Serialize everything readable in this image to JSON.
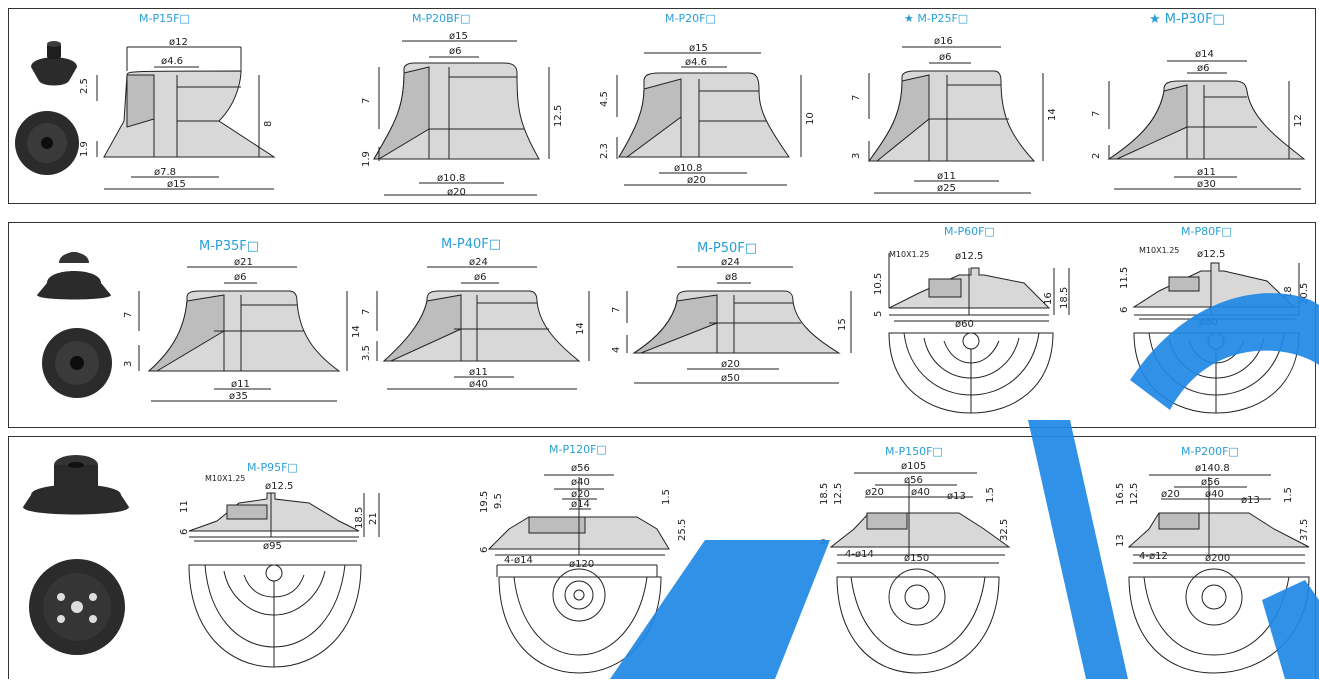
{
  "colors": {
    "title": "#2a9fd6",
    "watermark": "#1e88e5",
    "body_fill": "#d8d8d8",
    "section_fill": "#bdbdbd",
    "photo": "#2b2b2b"
  },
  "rows": [
    {
      "models": [
        {
          "title": "M-P15F□",
          "top": [
            "ø12",
            "ø4.6"
          ],
          "bottom": [
            "ø7.8",
            "ø15"
          ],
          "left": [
            "2.5",
            "1.9"
          ],
          "right": [
            "8"
          ]
        },
        {
          "title": "M-P20BF□",
          "top": [
            "ø15",
            "ø6"
          ],
          "bottom": [
            "ø10.8",
            "ø20"
          ],
          "left": [
            "7",
            "1.9"
          ],
          "right": [
            "12.5"
          ]
        },
        {
          "title": "M-P20F□",
          "top": [
            "ø15",
            "ø4.6"
          ],
          "bottom": [
            "ø10.8",
            "ø20"
          ],
          "left": [
            "4.5",
            "2.3"
          ],
          "right": [
            "10"
          ]
        },
        {
          "title": "★ M-P25F□",
          "top": [
            "ø16",
            "ø6"
          ],
          "bottom": [
            "ø11",
            "ø25"
          ],
          "left": [
            "7",
            "3"
          ],
          "right": [
            "14"
          ]
        },
        {
          "title": "★ M-P30F□",
          "top": [
            "ø14",
            "ø6"
          ],
          "bottom": [
            "ø11",
            "ø30"
          ],
          "left": [
            "7",
            "2"
          ],
          "right": [
            "12"
          ]
        }
      ]
    },
    {
      "models": [
        {
          "title": "M-P35F□",
          "top": [
            "ø21",
            "ø6"
          ],
          "bottom": [
            "ø11",
            "ø35"
          ],
          "left": [
            "7",
            "3"
          ],
          "right": [
            "14"
          ]
        },
        {
          "title": "M-P40F□",
          "top": [
            "ø24",
            "ø6"
          ],
          "bottom": [
            "ø11",
            "ø40"
          ],
          "left": [
            "7",
            "3.5"
          ],
          "right": [
            "14"
          ]
        },
        {
          "title": "M-P50F□",
          "top": [
            "ø24",
            "ø8"
          ],
          "bottom": [
            "ø20",
            "ø50"
          ],
          "left": [
            "7",
            "4"
          ],
          "right": [
            "15"
          ]
        },
        {
          "title": "M-P60F□",
          "top": [
            "M10X1.25",
            "ø12.5"
          ],
          "bottom": [
            "ø60"
          ],
          "left": [
            "10.5",
            "5"
          ],
          "right": [
            "16",
            "18.5"
          ]
        },
        {
          "title": "M-P80F□",
          "top": [
            "M10X1.25",
            "ø12.5"
          ],
          "bottom": [
            "ø80"
          ],
          "left": [
            "11.5",
            "6"
          ],
          "right": [
            "18",
            "20.5"
          ]
        }
      ]
    },
    {
      "models": [
        {
          "title": "M-P95F□",
          "top": [
            "M10X1.25",
            "ø12.5"
          ],
          "bottom": [
            "ø95"
          ],
          "left": [
            "11",
            "6"
          ],
          "right": [
            "18.5",
            "21"
          ]
        },
        {
          "title": "M-P120F□",
          "top": [
            "ø56",
            "ø40",
            "ø20",
            "ø14"
          ],
          "bottom": [
            "4-ø14",
            "ø120"
          ],
          "left": [
            "19.5",
            "9.5",
            "6"
          ],
          "right": [
            "1.5",
            "25.5"
          ]
        },
        {
          "title": "M-P150F□",
          "top": [
            "ø105",
            "ø56",
            "ø20",
            "ø40",
            "ø13"
          ],
          "bottom": [
            "4-ø14",
            "ø150"
          ],
          "left": [
            "18.5",
            "12.5",
            "9"
          ],
          "right": [
            "1.5",
            "32.5"
          ]
        },
        {
          "title": "M-P200F□",
          "top": [
            "ø140.8",
            "ø56",
            "ø20",
            "ø40",
            "ø13"
          ],
          "bottom": [
            "4-ø12",
            "ø200"
          ],
          "left": [
            "16.5",
            "12.5",
            "13"
          ],
          "right": [
            "1.5",
            "37.5"
          ]
        }
      ]
    }
  ]
}
